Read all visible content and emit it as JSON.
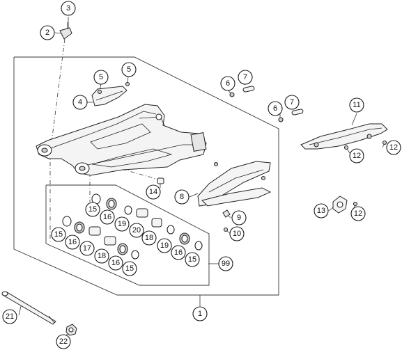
{
  "diagram": {
    "callouts": [
      {
        "id": "c3",
        "label": "3"
      },
      {
        "id": "c2",
        "label": "2"
      },
      {
        "id": "c5a",
        "label": "5"
      },
      {
        "id": "c5b",
        "label": "5"
      },
      {
        "id": "c4",
        "label": "4"
      },
      {
        "id": "c6a",
        "label": "6"
      },
      {
        "id": "c7a",
        "label": "7"
      },
      {
        "id": "c6b",
        "label": "6"
      },
      {
        "id": "c7b",
        "label": "7"
      },
      {
        "id": "c11",
        "label": "11"
      },
      {
        "id": "c12a",
        "label": "12"
      },
      {
        "id": "c12b",
        "label": "12"
      },
      {
        "id": "c14",
        "label": "14"
      },
      {
        "id": "c8",
        "label": "8"
      },
      {
        "id": "c9",
        "label": "9"
      },
      {
        "id": "c10",
        "label": "10"
      },
      {
        "id": "c13",
        "label": "13"
      },
      {
        "id": "c12c",
        "label": "12"
      },
      {
        "id": "c15a",
        "label": "15"
      },
      {
        "id": "c16a",
        "label": "16"
      },
      {
        "id": "c19a",
        "label": "19"
      },
      {
        "id": "c20",
        "label": "20"
      },
      {
        "id": "c18a",
        "label": "18"
      },
      {
        "id": "c19b",
        "label": "19"
      },
      {
        "id": "c16b",
        "label": "16"
      },
      {
        "id": "c15b",
        "label": "15"
      },
      {
        "id": "c15c",
        "label": "15"
      },
      {
        "id": "c16c",
        "label": "16"
      },
      {
        "id": "c17",
        "label": "17"
      },
      {
        "id": "c18b",
        "label": "18"
      },
      {
        "id": "c16d",
        "label": "16"
      },
      {
        "id": "c15d",
        "label": "15"
      },
      {
        "id": "c99",
        "label": "99"
      },
      {
        "id": "c1",
        "label": "1"
      },
      {
        "id": "c21",
        "label": "21"
      },
      {
        "id": "c22",
        "label": "22"
      }
    ]
  }
}
